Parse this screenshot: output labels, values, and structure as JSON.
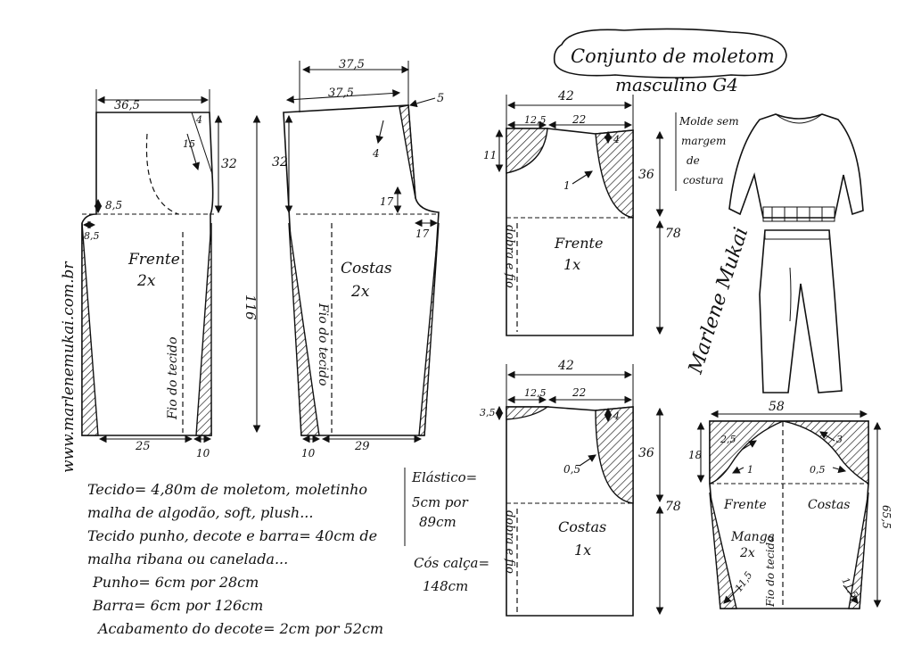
{
  "title": {
    "line1": "Conjunto de moletom",
    "line2": "masculino G4"
  },
  "website": "www.marlenemukai.com.br",
  "note_seam": [
    "Molde sem",
    "margem",
    "de",
    "costura"
  ],
  "signature": "Marlene Mukai",
  "pants_front": {
    "label": "Frente",
    "count": "2x",
    "grain": "Fio do tecido",
    "dims": {
      "top_width": "36,5",
      "hip_depth": "32",
      "crotch_h": "8,5",
      "crotch_w": "8,5",
      "total_len": "116",
      "hem": "25",
      "hem_side": "10",
      "dart_a": "4",
      "dart_b": "15"
    }
  },
  "pants_back": {
    "label": "Costas",
    "count": "2x",
    "grain": "Fio do tecido",
    "dims": {
      "top_outer": "37,5",
      "top_inner": "37,5",
      "hip_depth": "32",
      "raise": "5",
      "dart": "4",
      "crotch_h": "17",
      "crotch_w": "17",
      "hem": "29",
      "hem_side": "10"
    }
  },
  "shirt_front": {
    "label": "Frente",
    "count": "1x",
    "fold": "dobra e fio",
    "dims": {
      "width": "42",
      "neck_w": "12,5",
      "shoulder": "22",
      "neck_d": "11",
      "shoulder_drop": "4",
      "armhole_d": "36",
      "armhole_curve": "1",
      "length": "78"
    }
  },
  "shirt_back": {
    "label": "Costas",
    "count": "1x",
    "fold": "dobra e fio",
    "dims": {
      "width": "42",
      "neck_w": "12,5",
      "shoulder": "22",
      "neck_d": "3,5",
      "shoulder_drop": "4",
      "armhole_d": "36",
      "armhole_curve": "0,5",
      "length": "78"
    }
  },
  "sleeve": {
    "label_front": "Frente",
    "label_back": "Costas",
    "label": "Manga",
    "count": "2x",
    "grain": "Fio do tecido",
    "dims": {
      "width": "58",
      "cap_h": "18",
      "curve_front": "2,5",
      "curve_back": "3",
      "mark_front": "1",
      "mark_back": "0,5",
      "length": "65,5",
      "cuff_left": "11,5",
      "cuff_right": "11,5"
    }
  },
  "materials": [
    "Tecido= 4,80m de moletom, moletinho",
    "malha de algodão, soft, plush...",
    "Tecido punho, decote e barra= 40cm de",
    "malha ribana ou canelada...",
    "Punho= 6cm por 28cm",
    "Barra= 6cm por 126cm",
    "Acabamento do decote= 2cm por 52cm"
  ],
  "elastic": {
    "title": "Elástico=",
    "lines": [
      "5cm por",
      "89cm"
    ]
  },
  "waist": {
    "title": "Cós calça=",
    "value": "148cm"
  }
}
